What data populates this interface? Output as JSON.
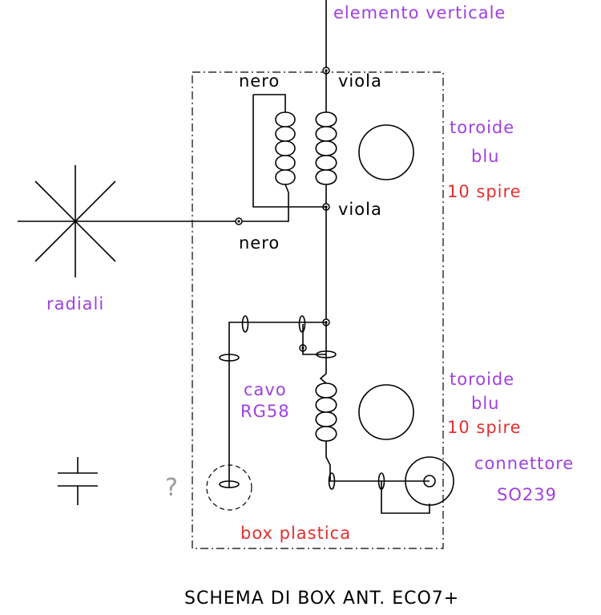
{
  "labels": {
    "elemento_verticale": "elemento verticale",
    "nero_top": "nero",
    "viola_top": "viola",
    "viola_mid": "viola",
    "nero_mid": "nero",
    "toroide_1": "toroide",
    "blu_1": "blu",
    "spire_1": "10 spire",
    "radiali": "radiali",
    "cavo": "cavo",
    "rg58": "RG58",
    "toroide_2": "toroide",
    "blu_2": "blu",
    "spire_2": "10 spire",
    "connettore": "connettore",
    "so239": "SO239",
    "question": "?",
    "box_plastica": "box plastica",
    "title": "SCHEMA DI BOX ANT. ECO7+"
  },
  "colors": {
    "purple": "#a040e0",
    "red": "#e03030",
    "line": "#000000"
  }
}
